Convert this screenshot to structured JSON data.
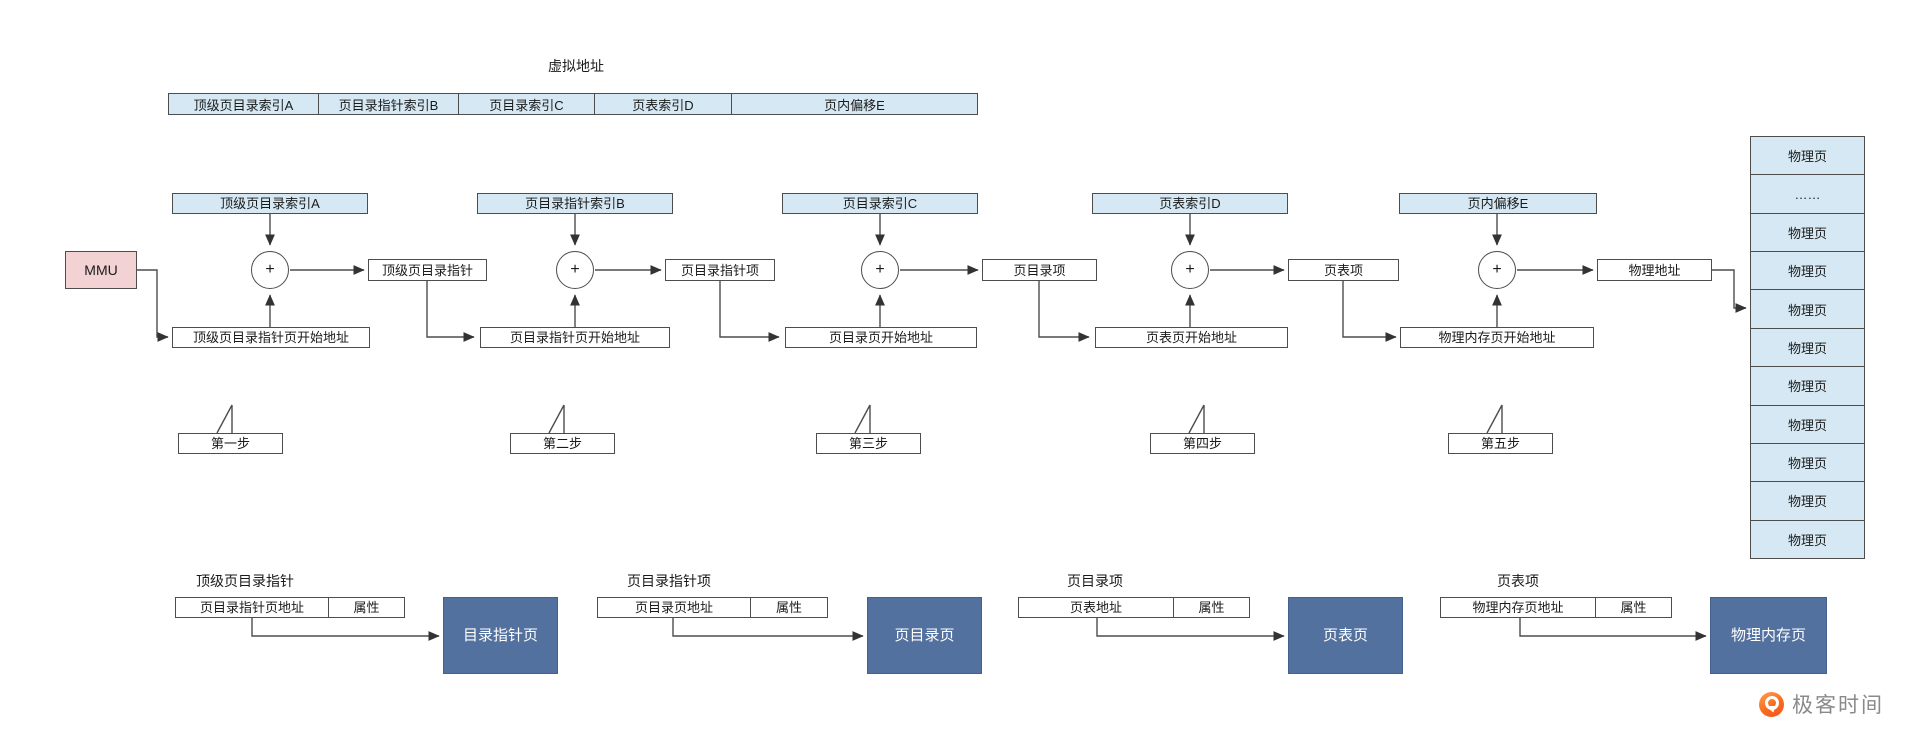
{
  "title": "虚拟地址",
  "virtual_address_bar": {
    "segments": [
      {
        "label": "顶级页目录索引A"
      },
      {
        "label": "页目录指针索引B"
      },
      {
        "label": "页目录索引C"
      },
      {
        "label": "页表索引D"
      },
      {
        "label": "页内偏移E"
      }
    ]
  },
  "mmu": {
    "label": "MMU"
  },
  "stages": [
    {
      "index_label": "顶级页目录索引A",
      "operator": "+",
      "base_label": "顶级页目录指针页开始地址",
      "result_label": "顶级页目录指针",
      "step_label": "第一步"
    },
    {
      "index_label": "页目录指针索引B",
      "operator": "+",
      "base_label": "页目录指针页开始地址",
      "result_label": "页目录指针项",
      "step_label": "第二步"
    },
    {
      "index_label": "页目录索引C",
      "operator": "+",
      "base_label": "页目录页开始地址",
      "result_label": "页目录项",
      "step_label": "第三步"
    },
    {
      "index_label": "页表索引D",
      "operator": "+",
      "base_label": "页表页开始地址",
      "result_label": "页表项",
      "step_label": "第四步"
    },
    {
      "index_label": "页内偏移E",
      "operator": "+",
      "base_label": "物理内存页开始地址",
      "result_label": "物理地址",
      "step_label": "第五步"
    }
  ],
  "physical_memory": {
    "rows": [
      "物理页",
      "……",
      "物理页",
      "物理页",
      "物理页",
      "物理页",
      "物理页",
      "物理页",
      "物理页",
      "物理页",
      "物理页"
    ],
    "pointed_row_index": 4
  },
  "entries": [
    {
      "title": "顶级页目录指针",
      "address_label": "页目录指针页地址",
      "attr_label": "属性",
      "target_label": "目录指针页"
    },
    {
      "title": "页目录指针项",
      "address_label": "页目录页地址",
      "attr_label": "属性",
      "target_label": "页目录页"
    },
    {
      "title": "页目录项",
      "address_label": "页表地址",
      "attr_label": "属性",
      "target_label": "页表页"
    },
    {
      "title": "页表项",
      "address_label": "物理内存页地址",
      "attr_label": "属性",
      "target_label": "物理内存页"
    }
  ],
  "logo": {
    "text": "极客时间"
  },
  "colors": {
    "light_blue": "#d5e8f3",
    "pink": "#f2d2d2",
    "steel_blue": "#53719e",
    "line": "#4d4d4d",
    "logo_orange": "#f4511e",
    "logo_text_gray": "#8a8a8a"
  }
}
